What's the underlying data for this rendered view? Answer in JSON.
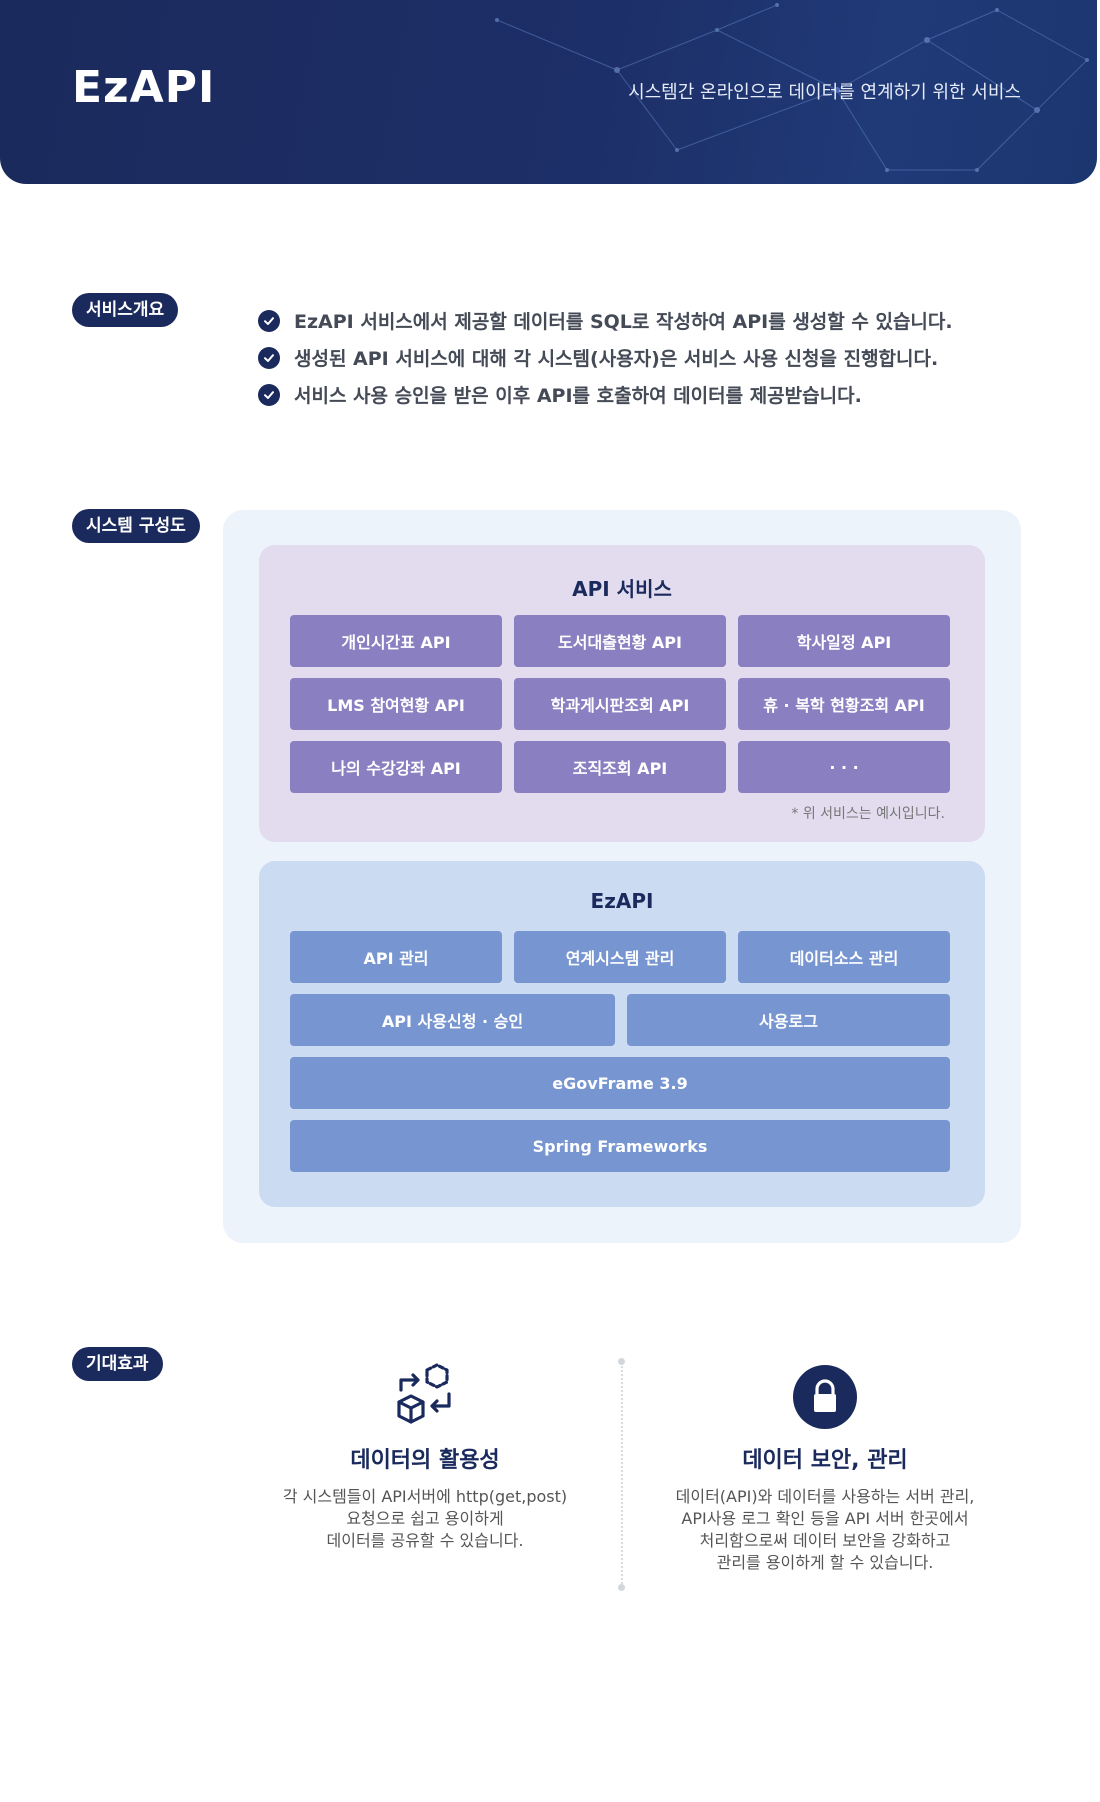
{
  "header": {
    "title": "EzAPI",
    "subtitle": "시스템간 온라인으로 데이터를 연계하기 위한 서비스"
  },
  "overview": {
    "label": "서비스개요",
    "items": [
      "EzAPI 서비스에서 제공할 데이터를 SQL로 작성하여 API를 생성할 수 있습니다.",
      "생성된 API 서비스에 대해 각 시스템(사용자)은 서비스 사용 신청을 진행합니다.",
      "서비스 사용 승인을 받은 이후 API를 호출하여 데이터를 제공받습니다."
    ]
  },
  "system": {
    "label": "시스템 구성도",
    "api_services": {
      "title": "API 서비스",
      "tiles": [
        "개인시간표 API",
        "도서대출현황 API",
        "학사일정 API",
        "LMS 참여현황 API",
        "학과게시판조회 API",
        "휴 · 복학 현황조회 API",
        "나의 수강강좌 API",
        "조직조회 API",
        "· · ·"
      ],
      "note": "* 위 서비스는 예시입니다."
    },
    "ezapi": {
      "title": "EzAPI",
      "row1": [
        "API 관리",
        "연계시스템 관리",
        "데이터소스 관리"
      ],
      "row2": [
        "API 사용신청 · 승인",
        "사용로그"
      ],
      "row3": "eGovFrame 3.9",
      "row4": "Spring Frameworks"
    }
  },
  "effects": {
    "label": "기대효과",
    "items": [
      {
        "icon": "data-exchange-icon",
        "title": "데이터의  활용성",
        "lines": [
          "각 시스템들이 API서버에 http(get,post)",
          "요청으로 쉽고 용이하게",
          "데이터를 공유할 수 있습니다."
        ]
      },
      {
        "icon": "lock-icon",
        "title": "데이터 보안, 관리",
        "lines": [
          "데이터(API)와 데이터를 사용하는 서버 관리,",
          "API사용 로그 확인 등을 API 서버 한곳에서",
          "처리함으로써 데이터 보안을 강화하고",
          "관리를 용이하게 할 수 있습니다."
        ]
      }
    ]
  },
  "colors": {
    "navy": "#1b2a5c",
    "purple_tile": "#8a7fc0",
    "blue_tile": "#7795d0",
    "api_box_bg": "#e3dcef",
    "ezapi_box_bg": "#cbdcf2",
    "outer_bg": "#edf3fb"
  }
}
